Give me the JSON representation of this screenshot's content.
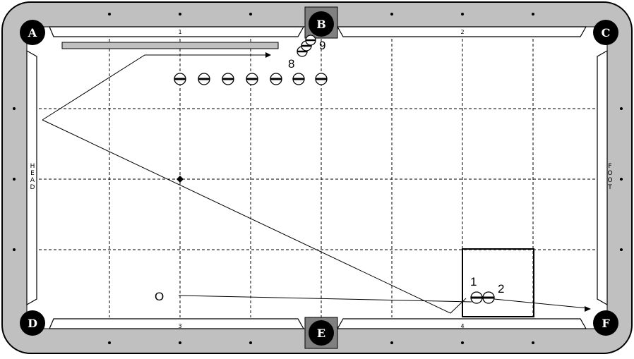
{
  "pockets": [
    {
      "id": "A",
      "label": "A"
    },
    {
      "id": "B",
      "label": "B"
    },
    {
      "id": "C",
      "label": "C"
    },
    {
      "id": "D",
      "label": "D"
    },
    {
      "id": "E",
      "label": "E"
    },
    {
      "id": "F",
      "label": "F"
    }
  ],
  "rail_labels": {
    "head": "HEAD",
    "foot": "FOOT",
    "top_diamond_1": "1",
    "top_diamond_2": "2",
    "bottom_diamond_3": "3",
    "bottom_diamond_4": "4"
  },
  "balls": {
    "ball_1": "1",
    "ball_2": "2",
    "ball_8": "8",
    "ball_9": "9",
    "cue_ball": "O"
  },
  "colors": {
    "rail": "#c0c0c0",
    "pocket": "#000000",
    "cloth": "#ffffff",
    "line": "#000000",
    "bar": "#c0c0c0"
  }
}
